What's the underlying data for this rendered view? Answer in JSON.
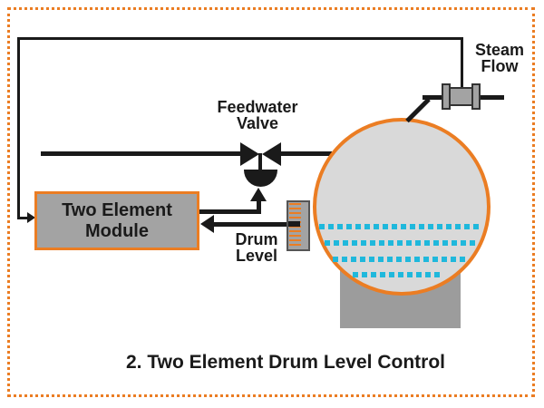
{
  "page": {
    "caption": "2. Two Element Drum Level Control"
  },
  "module": {
    "line1": "Two Element",
    "line2": "Module"
  },
  "labels": {
    "feedwater_line1": "Feedwater",
    "feedwater_line2": "Valve",
    "steam_line1": "Steam",
    "steam_line2": "Flow",
    "drum_line1": "Drum",
    "drum_line2": "Level"
  },
  "colors": {
    "accent": "#EB7D23",
    "ink": "#1A1A1A",
    "module-fill": "#A3A3A3",
    "drum-fill": "#D9D9D9",
    "pedestal-fill": "#9C9C9C",
    "water": "#1FB8DC",
    "background": "#FFFFFF"
  }
}
